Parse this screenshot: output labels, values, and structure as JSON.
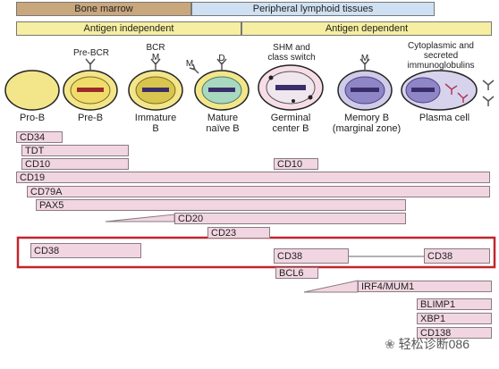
{
  "header": {
    "bone_marrow": "Bone marrow",
    "peripheral": "Peripheral lymphoid tissues",
    "antigen_independent": "Antigen independent",
    "antigen_dependent": "Antigen dependent"
  },
  "cells": {
    "pro_b": "Pro-B",
    "pre_b": "Pre-B",
    "immature_b": "Immature\nB",
    "mature_naive_b": "Mature\nnaïve B",
    "germinal_center_b": "Germinal\ncenter B",
    "memory_b": "Memory B\n(marginal zone)",
    "plasma_cell": "Plasma cell"
  },
  "cell_annotations": {
    "pre_bcr": "Pre-BCR",
    "bcr": "BCR",
    "bcr_m": "M",
    "d": "D",
    "m": "M",
    "memory_m": "M",
    "shm": "SHM and\nclass switch",
    "plasma_note": "Cytoplasmic and\nsecreted\nimmunoglobulins"
  },
  "markers": {
    "cd34": "CD34",
    "tdt": "TDT",
    "cd10": "CD10",
    "cd10_gc": "CD10",
    "cd19": "CD19",
    "cd79a": "CD79A",
    "pax5": "PAX5",
    "cd20": "CD20",
    "cd23": "CD23",
    "cd38_early": "CD38",
    "cd38_gc": "CD38",
    "cd38_plasma": "CD38",
    "bcl6": "BCL6",
    "irf4": "IRF4/MUM1",
    "blimp1": "BLIMP1",
    "xbp1": "XBP1",
    "cd138": "CD138"
  },
  "watermark": "轻松诊断086",
  "colors": {
    "bone_marrow_bar": "#c9a77d",
    "peripheral_bar": "#cfe0f2",
    "antigen_bar": "#f6eea0",
    "marker_fill": "#f1d6e1",
    "highlight_box": "#c0262c"
  }
}
